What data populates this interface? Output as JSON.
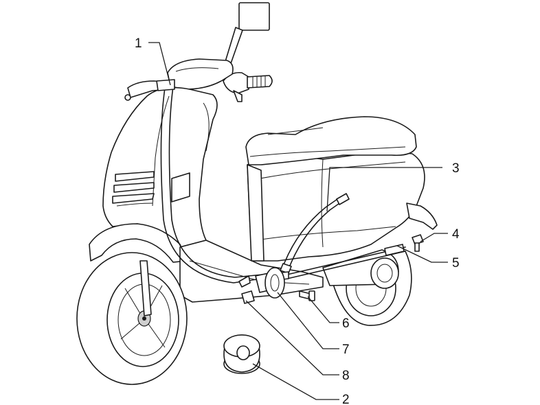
{
  "callouts": [
    {
      "id": "1",
      "label": "1"
    },
    {
      "id": "3",
      "label": "3"
    },
    {
      "id": "4",
      "label": "4"
    },
    {
      "id": "5",
      "label": "5"
    },
    {
      "id": "6",
      "label": "6"
    },
    {
      "id": "7",
      "label": "7"
    },
    {
      "id": "8",
      "label": "8"
    },
    {
      "id": "2",
      "label": "2"
    }
  ]
}
